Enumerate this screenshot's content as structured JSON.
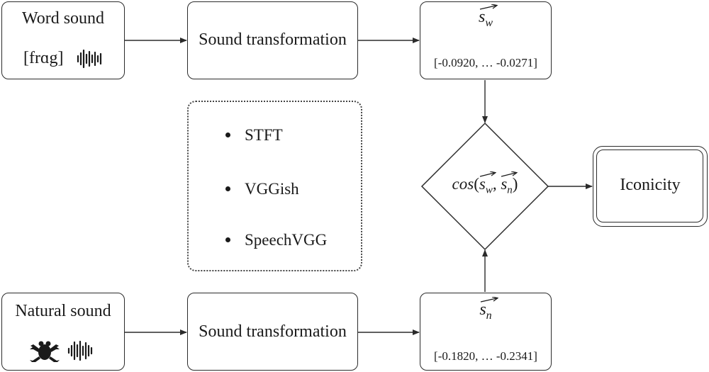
{
  "nodes": {
    "word_sound": {
      "label": "Word sound",
      "ipa": "[frɑg]",
      "icon": "waveform-icon"
    },
    "natural_sound": {
      "label": "Natural sound",
      "icon": "frog-icon",
      "icon2": "waveform-icon"
    },
    "transform_top": {
      "label": "Sound transformation"
    },
    "transform_bottom": {
      "label": "Sound transformation"
    },
    "vec_w": {
      "symbol": "s",
      "subscript": "w",
      "values": "[-0.0920, … -0.0271]"
    },
    "vec_n": {
      "symbol": "s",
      "subscript": "n",
      "values": "[-0.1820, … -0.2341]"
    },
    "cosine": {
      "func": "cos",
      "open": "(",
      "sep": ", ",
      "close": ")"
    },
    "iconicity": {
      "label": "Iconicity"
    }
  },
  "methods": {
    "items": [
      "STFT",
      "VGGish",
      "SpeechVGG"
    ]
  },
  "colors": {
    "stroke": "#2b2b2b",
    "text": "#1a1a1a",
    "background": "#ffffff"
  }
}
